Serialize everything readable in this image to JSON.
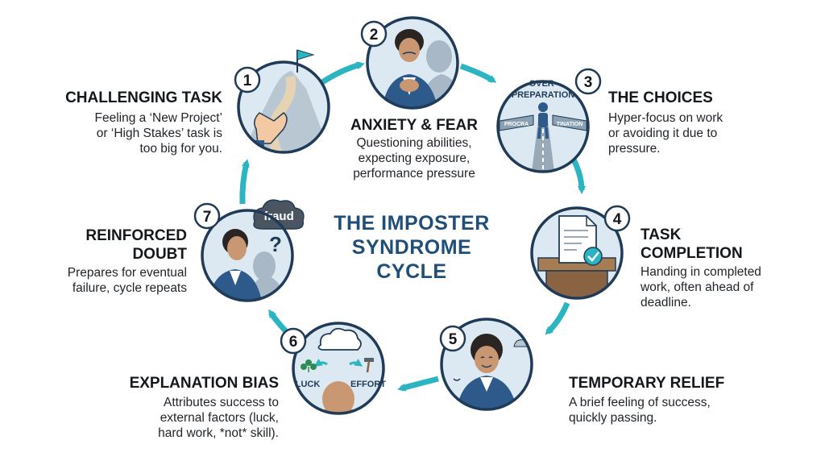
{
  "center_title": {
    "line1": "THE IMPOSTER",
    "line2": "SYNDROME",
    "line3": "CYCLE"
  },
  "stages": [
    {
      "number": "1",
      "title": "CHALLENGING TASK",
      "desc": [
        "Feeling a ‘New Project’",
        "or ‘High Stakes’ task is",
        "too big for you."
      ]
    },
    {
      "number": "2",
      "title": "ANXIETY & FEAR",
      "desc": [
        "Questioning abilities,",
        "expecting exposure,",
        "performance pressure"
      ]
    },
    {
      "number": "3",
      "title": "THE CHOICES",
      "desc": [
        "Hyper-focus on work",
        "or avoiding it due to",
        "pressure."
      ]
    },
    {
      "number": "4",
      "title_lines": [
        "TASK",
        "COMPLETION"
      ],
      "desc": [
        "Handing in completed",
        "work, often ahead of",
        "deadline."
      ]
    },
    {
      "number": "5",
      "title": "TEMPORARY RELIEF",
      "desc": [
        "A brief feeling of success,",
        "quickly passing."
      ]
    },
    {
      "number": "6",
      "title": "EXPLANATION BIAS",
      "desc": [
        "Attributes success to",
        "external factors (luck,",
        "hard work, *not* skill)."
      ]
    },
    {
      "number": "7",
      "title_lines": [
        "REINFORCED",
        "DOUBT"
      ],
      "desc": [
        "Prepares for eventual",
        "failure, cycle repeats"
      ]
    }
  ],
  "illustrations": {
    "choices_top": "OVER-",
    "choices_top2": "PREPARATION",
    "choices_left": "PROCRA",
    "choices_right": "TINATION",
    "luck": "LUCK",
    "effort": "EFFORT",
    "fraud": "fraud",
    "question": "?"
  },
  "colors": {
    "arrow": "#2bb5c2",
    "ring": "#1f3b57",
    "badge_fill": "#ffffff",
    "title_blue": "#1f4e79",
    "circle_bg": "#dde9f2"
  },
  "icons": [
    "mountain-flag-icon",
    "anxious-person-icon",
    "crossroads-icon",
    "document-check-icon",
    "relieved-person-icon",
    "luck-effort-head-icon",
    "fraud-cloud-person-icon"
  ]
}
